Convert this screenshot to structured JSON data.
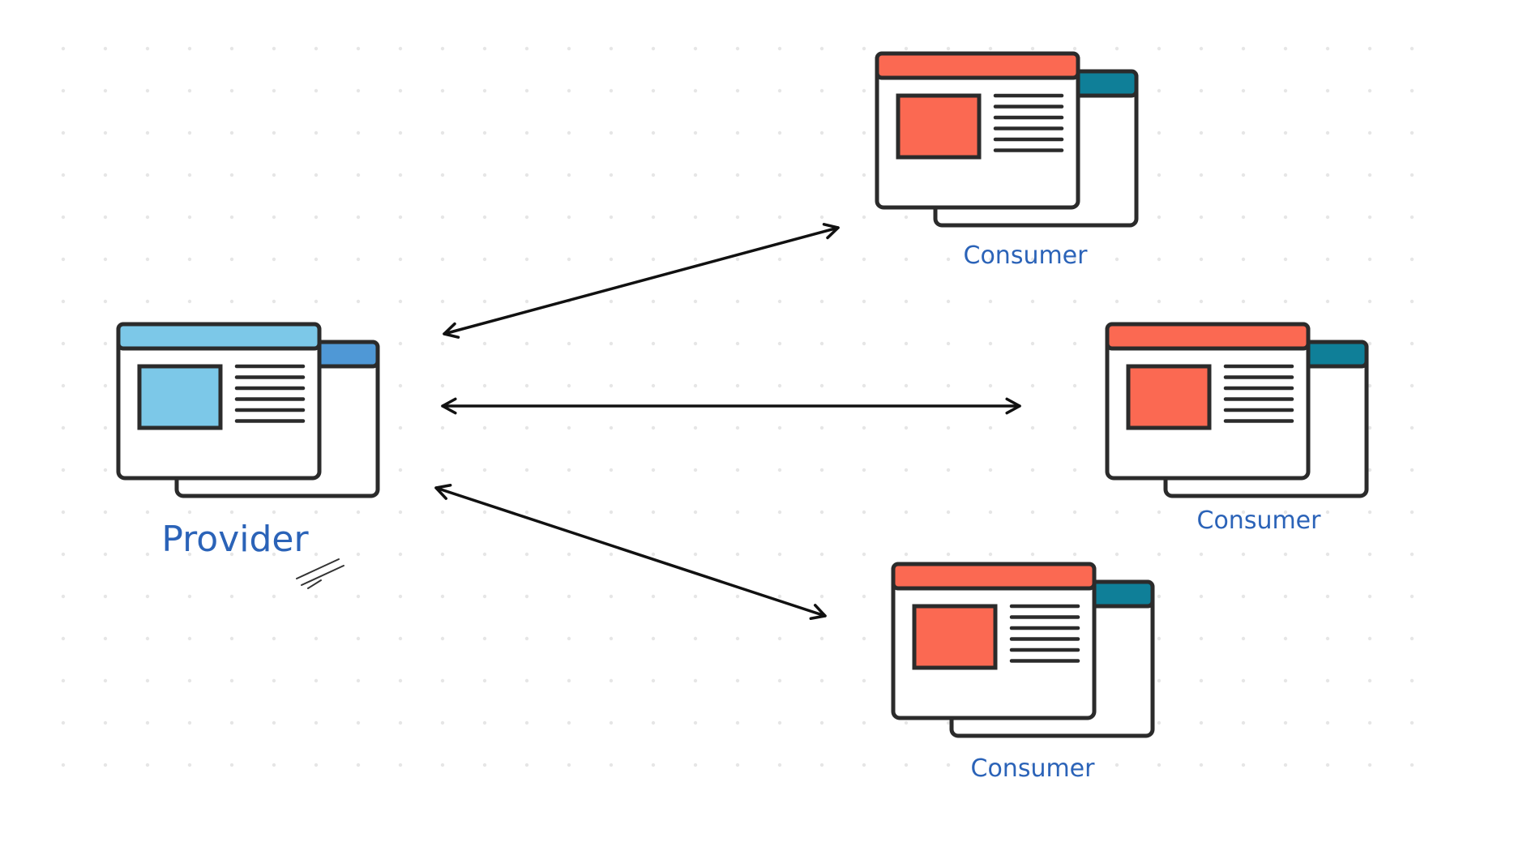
{
  "colors": {
    "background": "#ffffff",
    "grid_dot": "#e6e6e6",
    "outline": "#2b2b2b",
    "label": "#2b63b8",
    "arrow": "#111111",
    "window_body": "#ffffff",
    "provider_titlebar": "#7cc8e8",
    "provider_back_titlebar": "#4f98d6",
    "provider_content": "#7cc8e8",
    "consumer_titlebar": "#fb6952",
    "consumer_back_titlebar": "#0f7f98",
    "consumer_content": "#fb6952"
  },
  "provider": {
    "label": "Provider",
    "icon": "browser-window-icon"
  },
  "consumers": [
    {
      "label": "Consumer",
      "icon": "browser-window-icon"
    },
    {
      "label": "Consumer",
      "icon": "browser-window-icon"
    },
    {
      "label": "Consumer",
      "icon": "browser-window-icon"
    }
  ],
  "connections": [
    {
      "from": "Provider",
      "to": "Consumer",
      "direction": "bidirectional"
    },
    {
      "from": "Provider",
      "to": "Consumer",
      "direction": "bidirectional"
    },
    {
      "from": "Provider",
      "to": "Consumer",
      "direction": "bidirectional"
    }
  ]
}
